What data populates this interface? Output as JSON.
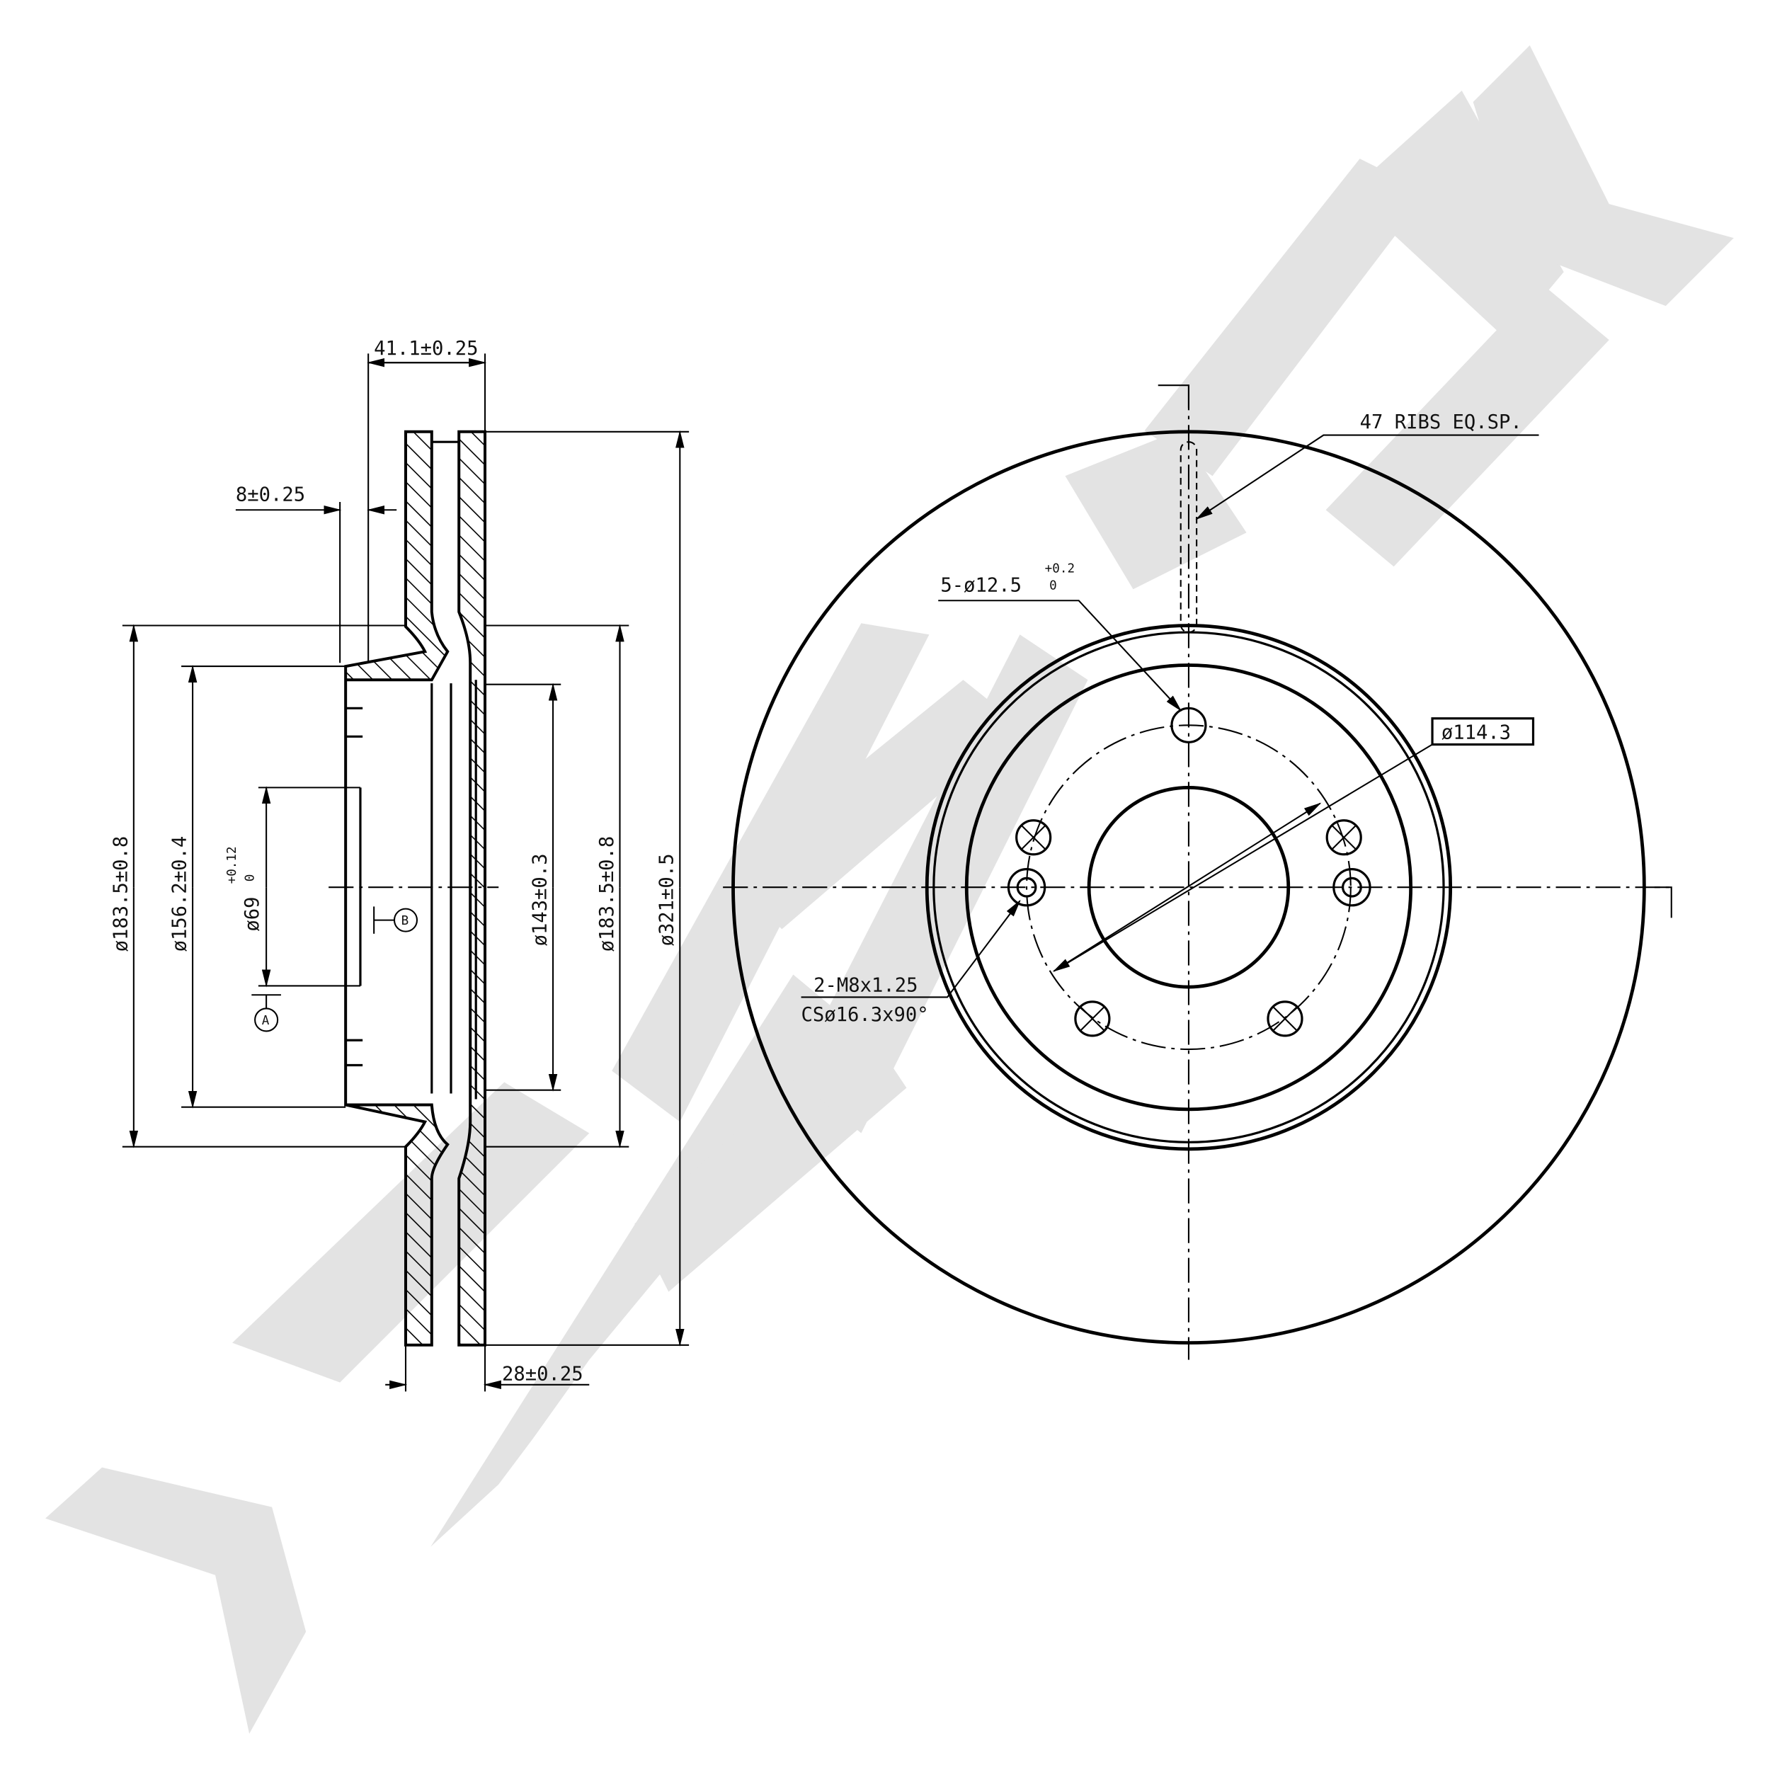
{
  "drawing": {
    "section_view": {
      "width_overall": "41.1±0.25",
      "flange_offset": "8±0.25",
      "disc_thickness": "28±0.25",
      "dia_hat_left": "ø183.5±0.8",
      "dia_hat_inner": "ø156.2±0.4",
      "dia_bore": "ø69",
      "dia_bore_tol_upper": "+0.12",
      "dia_bore_tol_lower": "0",
      "dia_inner_face": "ø143±0.3",
      "dia_hat_right": "ø183.5±0.8",
      "dia_outer": "ø321±0.5",
      "datum_a": "A",
      "datum_b": "B"
    },
    "front_view": {
      "ribs_note": "47 RIBS EQ.SP.",
      "bolt_holes": "5-ø12.5",
      "bolt_tol_upper": "+0.2",
      "bolt_tol_lower": "0",
      "pcd": "ø114.3",
      "thread_note": "2-M8x1.25",
      "countersink_note": "CSø16.3x90°"
    }
  },
  "colors": {
    "line": "#000000",
    "watermark": "#e3e3e3"
  }
}
